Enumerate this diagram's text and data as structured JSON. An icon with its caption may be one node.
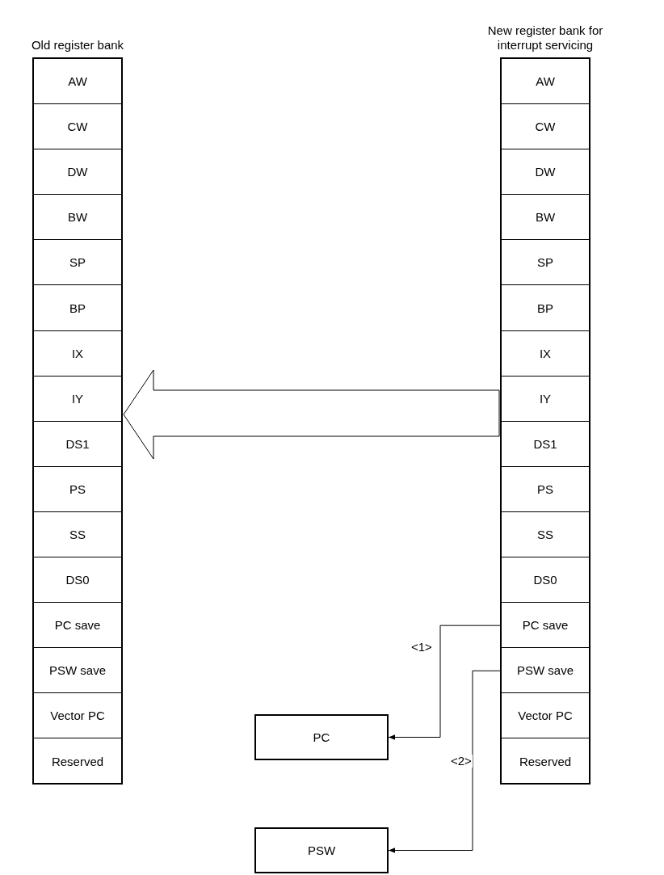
{
  "diagram": {
    "nodes": [
      {
        "text": [
          "Old register bank"
        ]
      },
      {
        "text": [
          "AW"
        ],
        "in": 0
      },
      {
        "text": [
          "CW"
        ],
        "in": 0
      },
      {
        "text": [
          "DW"
        ],
        "in": 0
      },
      {
        "text": [
          "BW"
        ],
        "in": 0
      },
      {
        "text": [
          "SP"
        ],
        "in": 0
      },
      {
        "text": [
          "BP"
        ],
        "in": 0
      },
      {
        "text": [
          "IX"
        ],
        "in": 0
      },
      {
        "text": [
          "IY"
        ],
        "in": 0
      },
      {
        "text": [
          "DS1"
        ],
        "in": 0
      },
      {
        "text": [
          "PS"
        ],
        "in": 0
      },
      {
        "text": [
          "SS"
        ],
        "in": 0
      },
      {
        "text": [
          "DS0"
        ],
        "in": 0
      },
      {
        "text": [
          "PC save"
        ],
        "in": 0
      },
      {
        "text": [
          "PSW save"
        ],
        "in": 0
      },
      {
        "text": [
          "Vector PC"
        ],
        "in": 0
      },
      {
        "text": [
          "Reserved"
        ],
        "in": 0
      },
      {
        "text": [
          "New register bank for interrupt servicing"
        ]
      },
      {
        "text": [
          "AW"
        ],
        "in": 17
      },
      {
        "text": [
          "CW"
        ],
        "in": 17
      },
      {
        "text": [
          "DW"
        ],
        "in": 17
      },
      {
        "text": [
          "BW"
        ],
        "in": 17
      },
      {
        "text": [
          "SP"
        ],
        "in": 17
      },
      {
        "text": [
          "BP"
        ],
        "in": 17
      },
      {
        "text": [
          "IX"
        ],
        "in": 17
      },
      {
        "text": [
          "IY"
        ],
        "in": 17
      },
      {
        "text": [
          "DS1"
        ],
        "in": 17
      },
      {
        "text": [
          "PS"
        ],
        "in": 17
      },
      {
        "text": [
          "SS"
        ],
        "in": 17
      },
      {
        "text": [
          "DS0"
        ],
        "in": 17
      },
      {
        "text": [
          "PC save"
        ],
        "in": 17
      },
      {
        "text": [
          "PSW save"
        ],
        "in": 17
      },
      {
        "text": [
          "Vector PC"
        ],
        "in": 17
      },
      {
        "text": [
          "Reserved"
        ],
        "in": 17
      },
      {
        "text": [
          "PC"
        ]
      },
      {
        "text": [
          "PSW"
        ]
      }
    ],
    "edges": [
      {
        "from": 17,
        "to": 0,
        "arrow": "to",
        "style": "thick"
      },
      {
        "from": 30,
        "to": 34,
        "arrow": "to",
        "label": "<1>"
      },
      {
        "from": 31,
        "to": 35,
        "arrow": "to",
        "label": "<2>"
      }
    ]
  }
}
